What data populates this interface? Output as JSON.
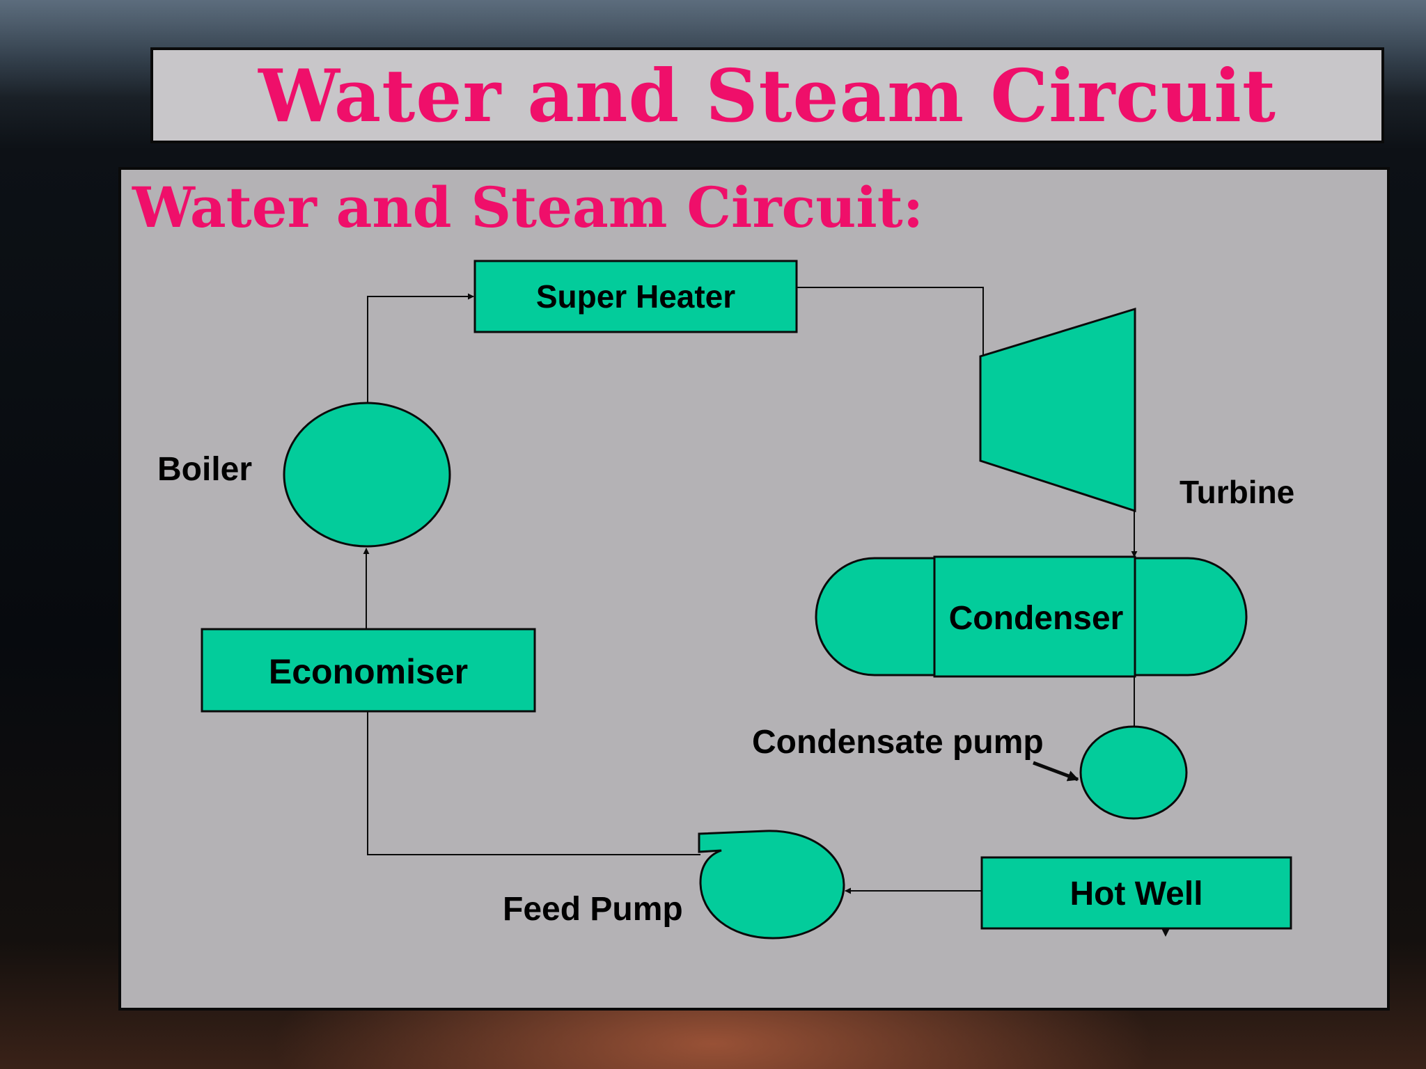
{
  "slide": {
    "title": "Water and Steam Circuit",
    "heading": "Water and Steam Circuit:"
  },
  "diagram": {
    "nodes": {
      "super_heater": "Super Heater",
      "turbine": "Turbine",
      "condenser": "Condenser",
      "condensate_pump": "Condensate pump",
      "hot_well": "Hot Well",
      "feed_pump": "Feed Pump",
      "economiser": "Economiser",
      "boiler": "Boiler"
    },
    "colors": {
      "component_fill": "#03cc9b",
      "outline": "#0a0a0a",
      "title_text": "#ef0f6a",
      "panel": "#b4b2b5"
    }
  }
}
